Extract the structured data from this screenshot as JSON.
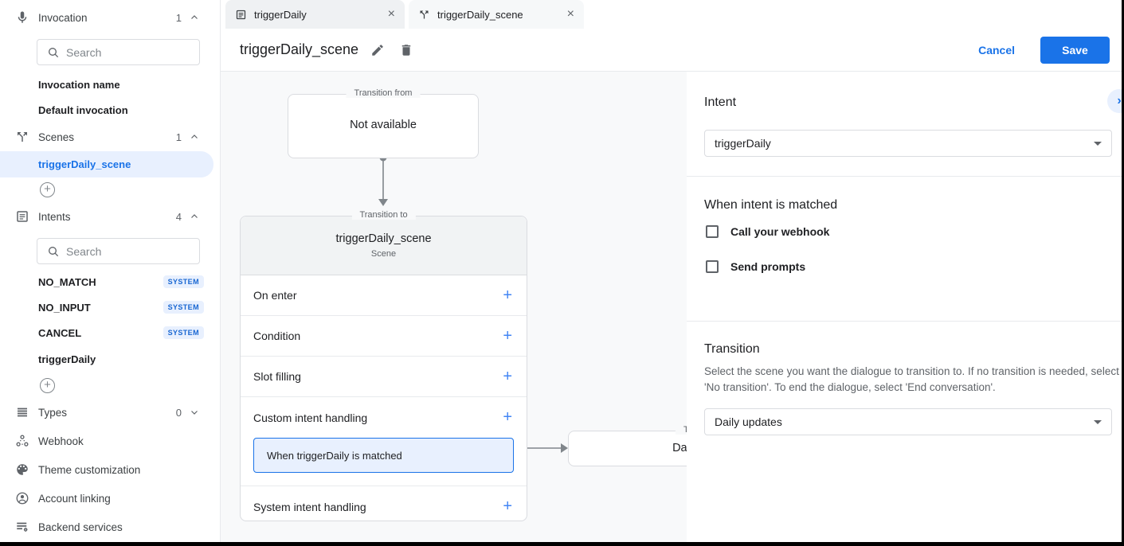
{
  "colors": {
    "accent": "#1a73e8",
    "accent_light": "#e8f0fe",
    "badge_text": "#1967d2",
    "canvas_bg": "#f8f9fa"
  },
  "sidebar": {
    "invocation": {
      "label": "Invocation",
      "count": "1",
      "search_placeholder": "Search",
      "items": [
        "Invocation name",
        "Default invocation"
      ]
    },
    "scenes": {
      "label": "Scenes",
      "count": "1",
      "selected_item": "triggerDaily_scene"
    },
    "intents": {
      "label": "Intents",
      "count": "4",
      "search_placeholder": "Search",
      "items": [
        {
          "name": "NO_MATCH",
          "badge": "SYSTEM"
        },
        {
          "name": "NO_INPUT",
          "badge": "SYSTEM"
        },
        {
          "name": "CANCEL",
          "badge": "SYSTEM"
        },
        {
          "name": "triggerDaily",
          "badge": ""
        }
      ]
    },
    "types": {
      "label": "Types",
      "count": "0"
    },
    "links": {
      "webhook": "Webhook",
      "theme": "Theme customization",
      "account": "Account linking",
      "backend": "Backend services"
    }
  },
  "tabs": [
    {
      "label": "triggerDaily",
      "close": "×"
    },
    {
      "label": "triggerDaily_scene",
      "close": "×"
    }
  ],
  "header": {
    "title": "triggerDaily_scene",
    "cancel_label": "Cancel",
    "save_label": "Save"
  },
  "canvas": {
    "transition_from": {
      "legend": "Transition from",
      "content": "Not available"
    },
    "scene_card": {
      "legend": "Transition to",
      "title": "triggerDaily_scene",
      "subtitle": "Scene",
      "rows": [
        "On enter",
        "Condition",
        "Slot filling",
        "Custom intent handling",
        "System intent handling"
      ],
      "plus": "+",
      "matched_item": "When triggerDaily is matched"
    },
    "daily_box": {
      "legend": "Transition to",
      "content": "Daily updates"
    }
  },
  "panel": {
    "intent": {
      "heading": "Intent",
      "value": "triggerDaily",
      "expand_chevron": "›"
    },
    "matched": {
      "heading": "When intent is matched",
      "checkbox1": "Call your webhook",
      "checkbox2": "Send prompts"
    },
    "transition": {
      "heading": "Transition",
      "description": "Select the scene you want the dialogue to transition to. If no transition is needed, select 'No transition'. To end the dialogue, select 'End conversation'.",
      "value": "Daily updates"
    }
  }
}
